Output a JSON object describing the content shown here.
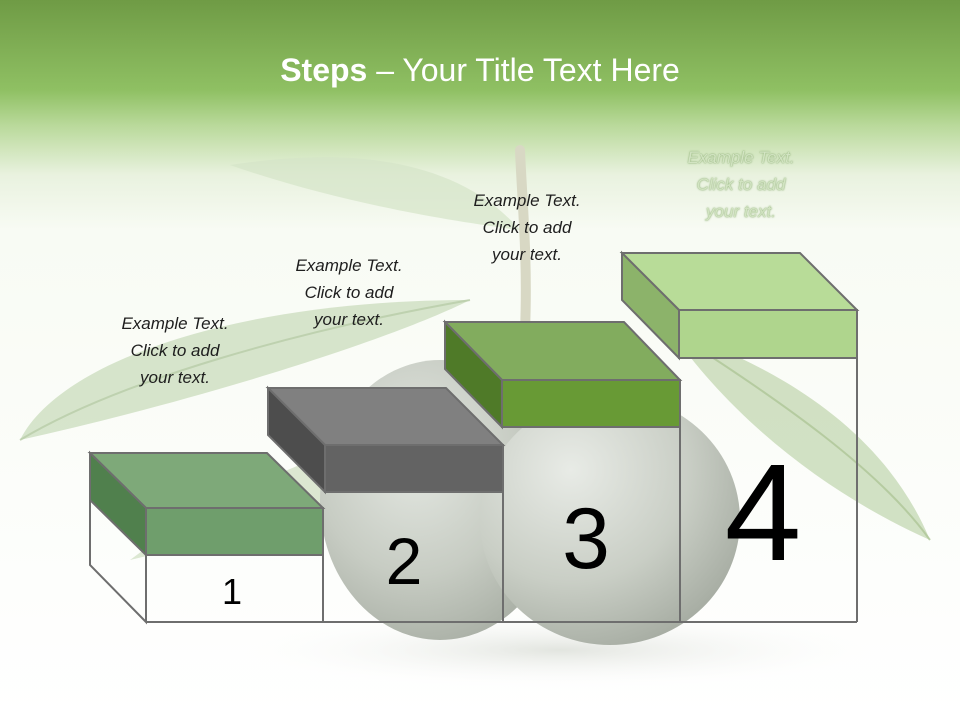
{
  "title": {
    "strong": "Steps",
    "dash": " – ",
    "rest": "Your Title Text Here"
  },
  "colors": {
    "header_green": "#8fc063",
    "step1_front": "#6f9e6c",
    "step1_top": "#7ea979",
    "step1_side": "#50804d",
    "step2_front": "#636363",
    "step2_top": "#808080",
    "step2_side": "#4d4d4d",
    "step3_front": "#689a35",
    "step3_top": "#82ac5e",
    "step3_side": "#4f7a28",
    "step4_front": "#afd58d",
    "step4_top": "#b8dc98",
    "step4_side": "#8cb36a"
  },
  "steps": [
    {
      "number": "1",
      "text": [
        "Example Text.",
        "Click  to add",
        "your text."
      ]
    },
    {
      "number": "2",
      "text": [
        "Example Text.",
        "Click  to add",
        "your text."
      ]
    },
    {
      "number": "3",
      "text": [
        "Example Text.",
        "Click  to add",
        "your text."
      ]
    },
    {
      "number": "4",
      "text": [
        "Example Text.",
        "Click  to add",
        "your text."
      ]
    }
  ]
}
